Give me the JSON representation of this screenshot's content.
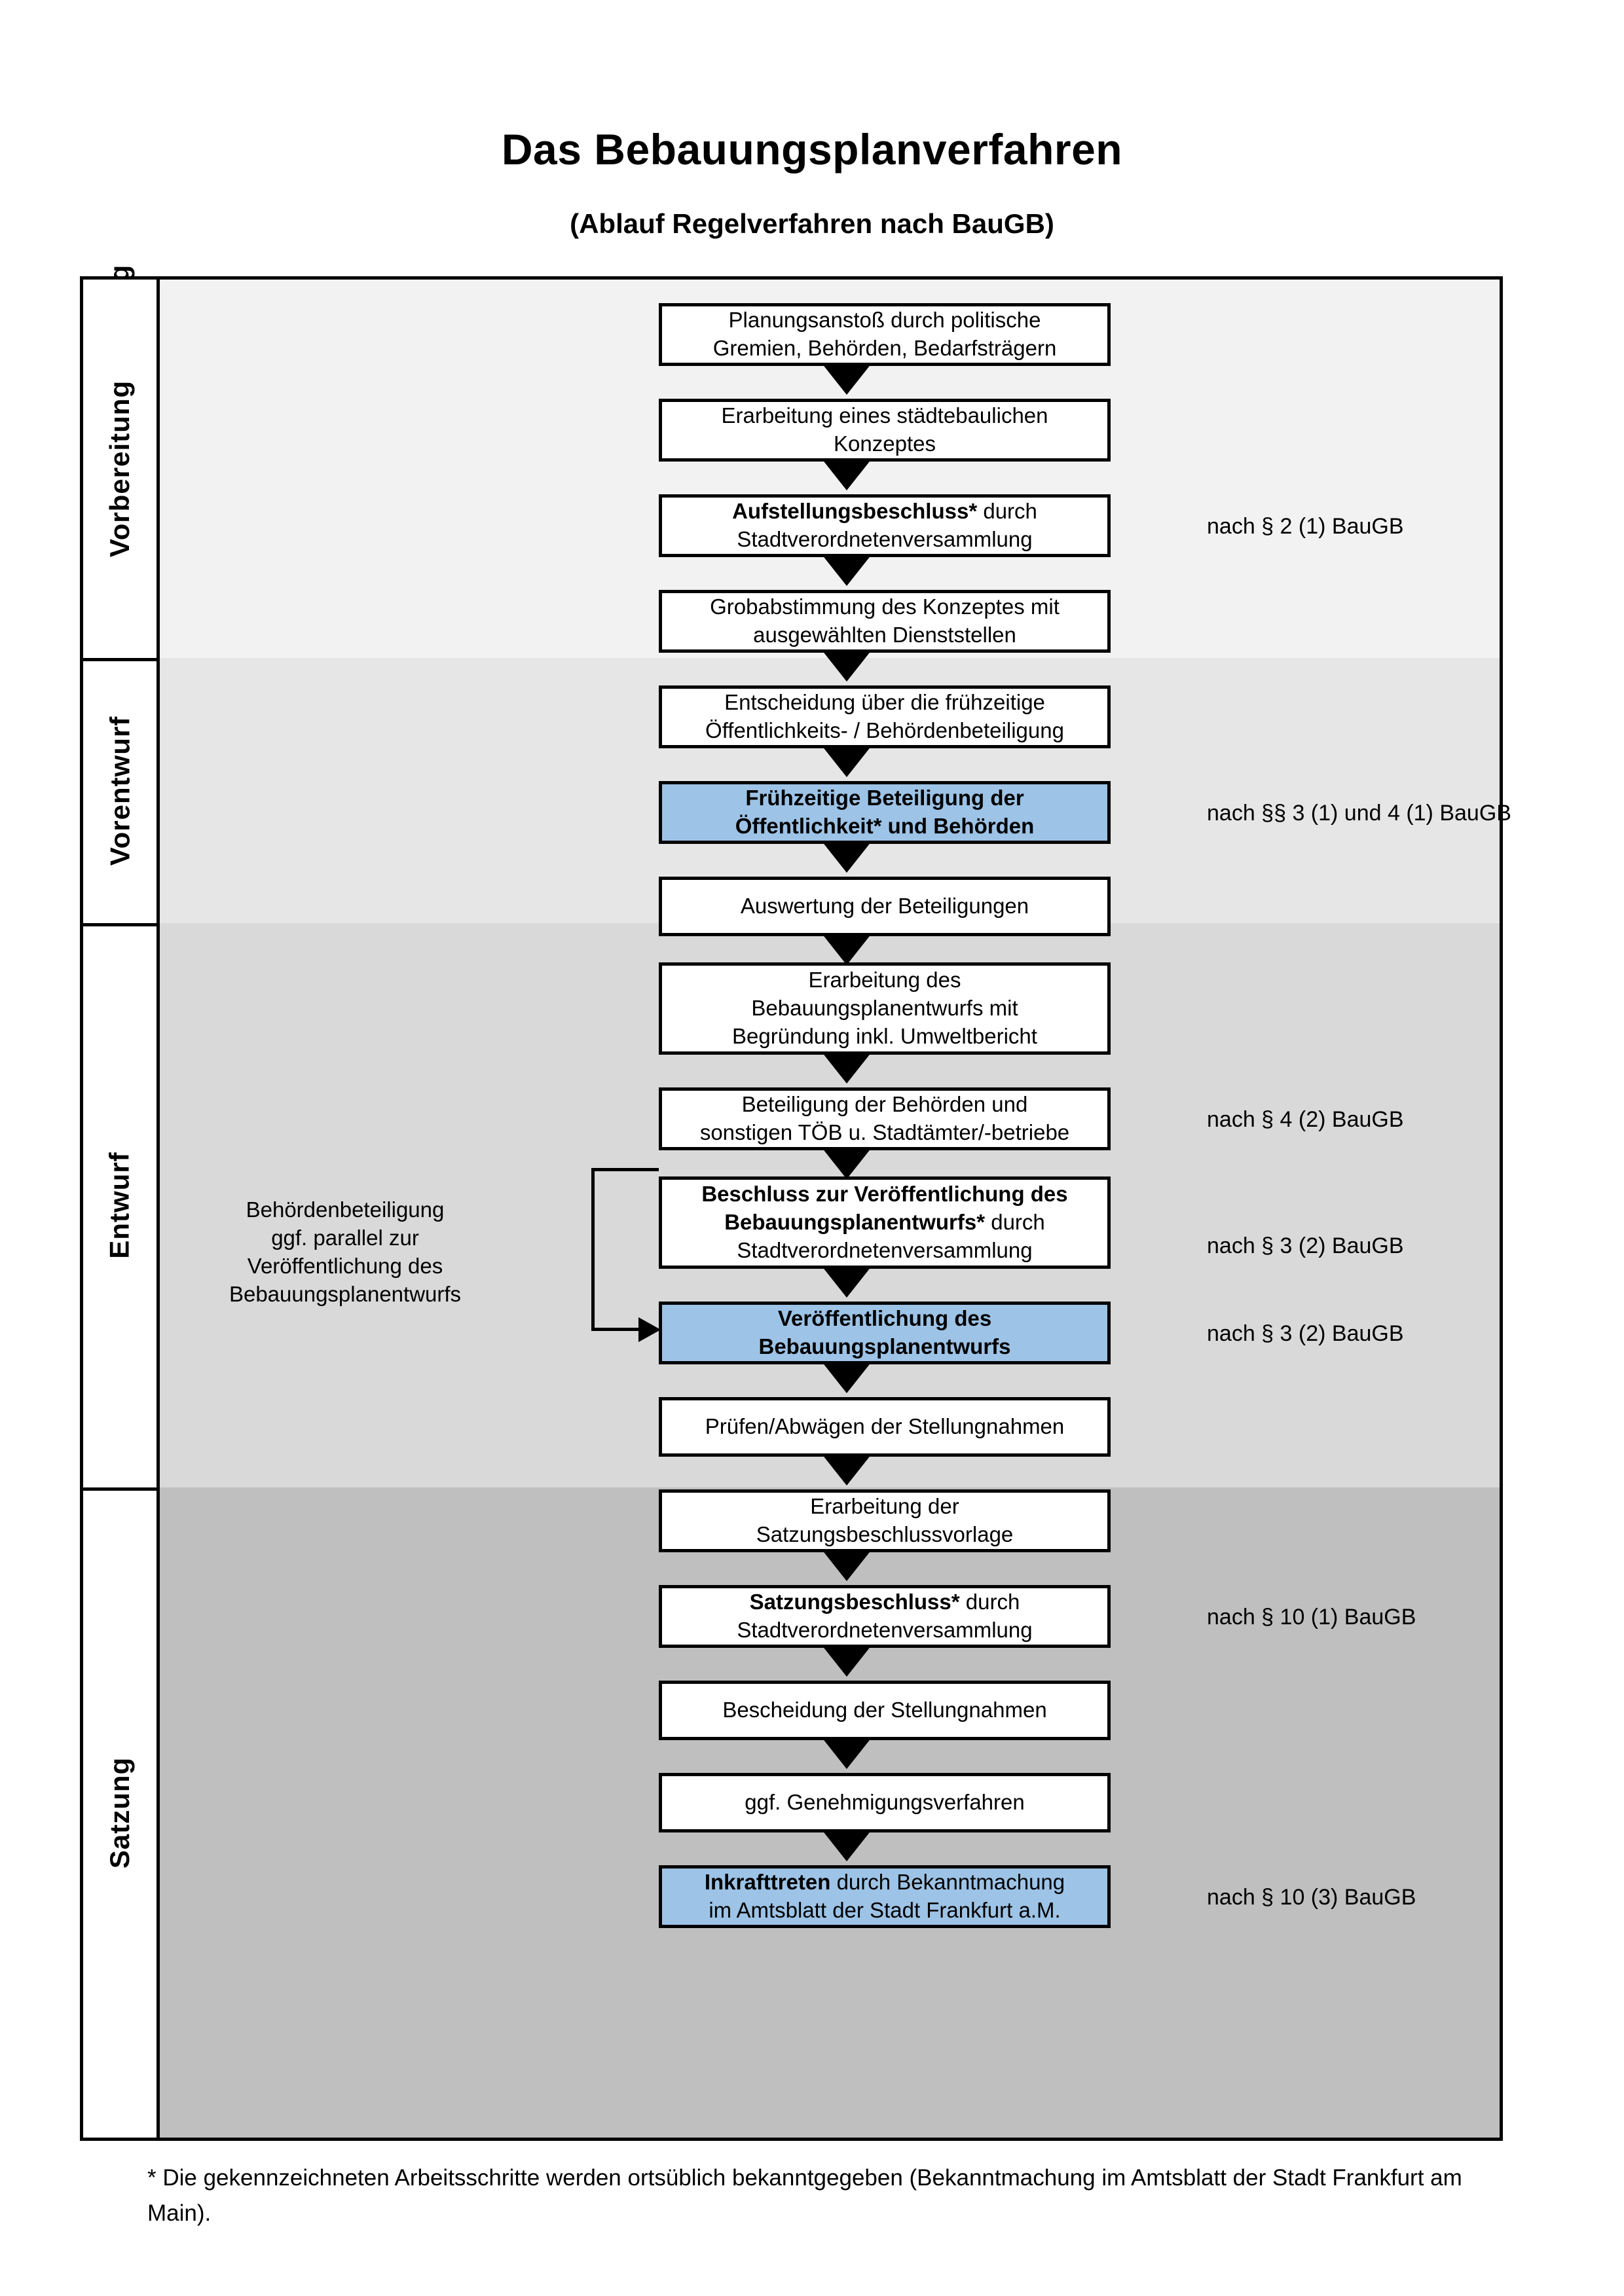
{
  "title": "Das Bebauungsplanverfahren",
  "subtitle": "(Ablauf Regelverfahren nach BauGB)",
  "colors": {
    "highlight_blue": "#9DC3E6",
    "band_vorbereitung": "#F2F2F2",
    "band_vorentwurf": "#E6E6E6",
    "band_entwurf": "#D9D9D9",
    "band_satzung": "#BFBFBF",
    "border": "#000000"
  },
  "bands": [
    {
      "label": "Vorbereitung",
      "bg": "#F2F2F2"
    },
    {
      "label": "Vorentwurf",
      "bg": "#E6E6E6"
    },
    {
      "label": "Entwurf",
      "bg": "#D9D9D9"
    },
    {
      "label": "Satzung",
      "bg": "#BFBFBF"
    }
  ],
  "steps": [
    {
      "id": 1,
      "band": "Vorbereitung",
      "bold": "",
      "text": "Planungsanstoß durch politische Gremien, Behörden, Bedarfsträgern",
      "lines": [
        "Planungsanstoß durch politische",
        "Gremien, Behörden, Bedarfsträgern"
      ],
      "highlight": false
    },
    {
      "id": 2,
      "band": "Vorbereitung",
      "bold": "",
      "text": "Erarbeitung eines städtebaulichen Konzeptes",
      "lines": [
        "Erarbeitung eines städtebaulichen",
        "Konzeptes"
      ],
      "highlight": false
    },
    {
      "id": 3,
      "band": "Vorbereitung",
      "bold": "Aufstellungsbeschluss*",
      "text": "Aufstellungsbeschluss* durch Stadtverordnetenversammlung",
      "lines": [
        "Aufstellungsbeschluss* durch",
        "Stadtverordnetenversammlung"
      ],
      "highlight": false
    },
    {
      "id": 4,
      "band": "Vorentwurf",
      "bold": "",
      "text": "Grobabstimmung des Konzeptes mit ausgewählten Dienststellen",
      "lines": [
        "Grobabstimmung des Konzeptes mit",
        "ausgewählten Dienststellen"
      ],
      "highlight": false
    },
    {
      "id": 5,
      "band": "Vorentwurf",
      "bold": "",
      "text": "Entscheidung über die frühzeitige Öffentlichkeits- / Behördenbeteiligung",
      "lines": [
        "Entscheidung über die frühzeitige",
        "Öffentlichkeits- / Behördenbeteiligung"
      ],
      "highlight": false
    },
    {
      "id": 6,
      "band": "Vorentwurf",
      "bold": "Frühzeitige Beteiligung der Öffentlichkeit* und Behörden",
      "text": "Frühzeitige Beteiligung der Öffentlichkeit* und Behörden",
      "lines": [
        "Frühzeitige Beteiligung der",
        "Öffentlichkeit* und Behörden"
      ],
      "highlight": true
    },
    {
      "id": 7,
      "band": "Entwurf",
      "bold": "",
      "text": "Auswertung der Beteiligungen",
      "lines": [
        "Auswertung der Beteiligungen"
      ],
      "highlight": false
    },
    {
      "id": 8,
      "band": "Entwurf",
      "bold": "",
      "text": "Erarbeitung des Bebauungsplanentwurfs mit Begründung inkl. Umweltbericht",
      "lines": [
        "Erarbeitung des",
        "Bebauungsplanentwurfs mit",
        "Begründung inkl. Umweltbericht"
      ],
      "highlight": false
    },
    {
      "id": 9,
      "band": "Entwurf",
      "bold": "",
      "text": "Beteiligung der Behörden und sonstigen TÖB u. Stadtämter/-betriebe",
      "lines": [
        "Beteiligung der Behörden und",
        "sonstigen TÖB u. Stadtämter/-betriebe"
      ],
      "highlight": false
    },
    {
      "id": 10,
      "band": "Entwurf",
      "bold": "Beschluss zur Veröffentlichung des Bebauungsplanentwurfs*",
      "text": "Beschluss zur Veröffentlichung des Bebauungsplanentwurfs* durch Stadtverordnetenversammlung",
      "lines": [
        "Beschluss zur Veröffentlichung des",
        "Bebauungsplanentwurfs* durch",
        "Stadtverordnetenversammlung"
      ],
      "highlight": false
    },
    {
      "id": 11,
      "band": "Entwurf",
      "bold": "Veröffentlichung des Bebauungsplanentwurfs",
      "text": "Veröffentlichung des Bebauungsplanentwurfs",
      "lines": [
        "Veröffentlichung des",
        "Bebauungsplanentwurfs"
      ],
      "highlight": true
    },
    {
      "id": 12,
      "band": "Satzung",
      "bold": "",
      "text": "Prüfen/Abwägen der Stellungnahmen",
      "lines": [
        "Prüfen/Abwägen der Stellungnahmen"
      ],
      "highlight": false
    },
    {
      "id": 13,
      "band": "Satzung",
      "bold": "",
      "text": "Erarbeitung der Satzungsbeschlussvorlage",
      "lines": [
        "Erarbeitung der",
        "Satzungsbeschlussvorlage"
      ],
      "highlight": false
    },
    {
      "id": 14,
      "band": "Satzung",
      "bold": "Satzungsbeschluss*",
      "text": "Satzungsbeschluss* durch Stadtverordnetenversammlung",
      "lines": [
        "Satzungsbeschluss* durch",
        "Stadtverordnetenversammlung"
      ],
      "highlight": false
    },
    {
      "id": 15,
      "band": "Satzung",
      "bold": "",
      "text": "Bescheidung der Stellungnahmen",
      "lines": [
        "Bescheidung der Stellungnahmen"
      ],
      "highlight": false
    },
    {
      "id": 16,
      "band": "Satzung",
      "bold": "",
      "text": "ggf. Genehmigungsverfahren",
      "lines": [
        "ggf. Genehmigungsverfahren"
      ],
      "highlight": false
    },
    {
      "id": 17,
      "band": "Satzung",
      "bold": "Inkrafttreten",
      "text": "Inkrafttreten durch Bekanntmachung im Amtsblatt der Stadt Frankfurt a.M.",
      "lines": [
        "Inkrafttreten durch Bekanntmachung",
        "im Amtsblatt der Stadt Frankfurt a.M."
      ],
      "highlight": true
    }
  ],
  "legal_refs": [
    {
      "for_step": 3,
      "text": "nach § 2 (1) BauGB"
    },
    {
      "for_step": 6,
      "text": "nach §§ 3 (1) und 4 (1) BauGB"
    },
    {
      "for_step": 9,
      "text": "nach § 4 (2) BauGB"
    },
    {
      "for_step": 10,
      "text": "nach § 3 (2) BauGB"
    },
    {
      "for_step": 11,
      "text": "nach § 3 (2) BauGB"
    },
    {
      "for_step": 14,
      "text": "nach § 10 (1) BauGB"
    },
    {
      "for_step": 17,
      "text": "nach § 10 (3) BauGB"
    }
  ],
  "side_note": {
    "text": "Behördenbeteiligung ggf. parallel zur Veröffentlichung des Bebauungsplanentwurfs",
    "lines": [
      "Behördenbeteiligung",
      "ggf. parallel zur",
      "Veröffentlichung des",
      "Bebauungsplanentwurfs"
    ]
  },
  "footnote": "* Die gekennzeichneten Arbeitsschritte werden ortsüblich bekanntgegeben (Bekanntmachung im Amtsblatt  der Stadt Frankfurt am Main)."
}
